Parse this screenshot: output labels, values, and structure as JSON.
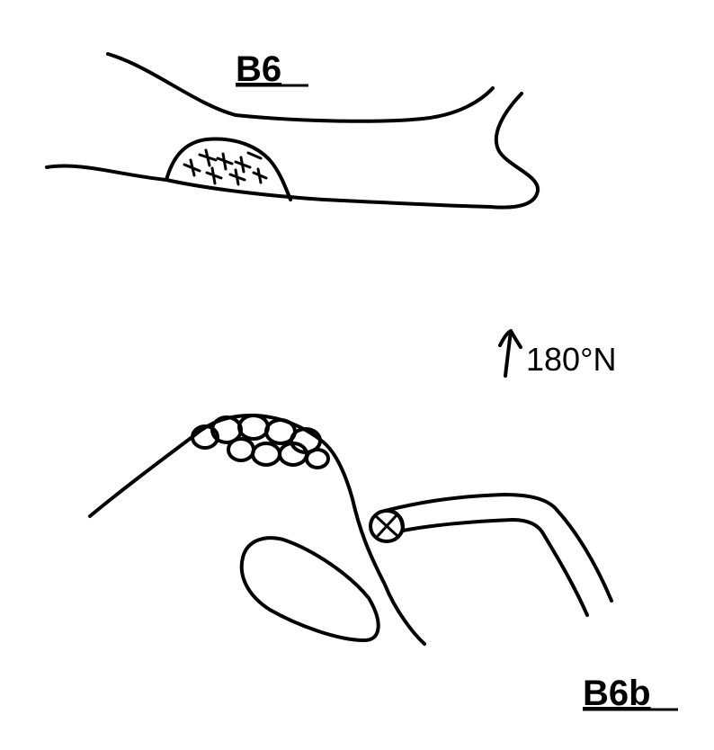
{
  "labels": {
    "top": "B6",
    "bottom": "B6b"
  },
  "orientation": {
    "text": "180°N",
    "icon": "north-arrow-icon"
  },
  "colors": {
    "ink": "#000000",
    "paper": "#ffffff"
  }
}
